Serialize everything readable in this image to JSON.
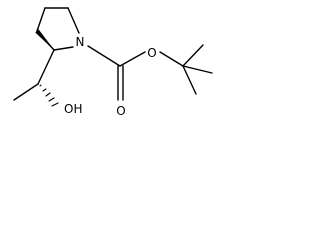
{
  "molecule": {
    "atoms": {
      "nitrogen": "N",
      "carbonyl_oxygen": "O",
      "ester_oxygen": "O",
      "hydroxyl": "OH"
    },
    "colors": {
      "bond": "#000000",
      "label": "#000000",
      "background": "#ffffff"
    }
  }
}
